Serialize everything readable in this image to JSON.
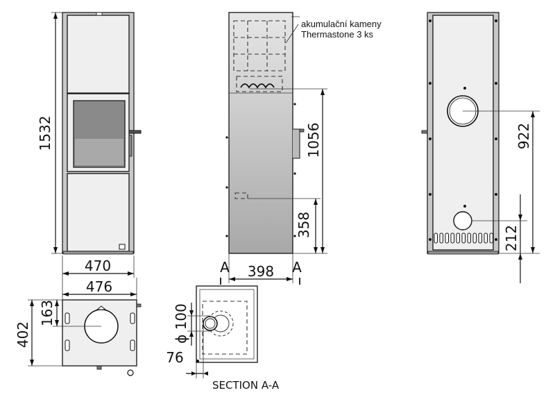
{
  "note": {
    "line1": "akumulační kameny",
    "line2": "Thermastone 3 ks"
  },
  "front_view": {
    "height": "1532",
    "width": "470"
  },
  "side_view": {
    "dim_upper": "1056",
    "dim_lower": "358",
    "width": "398",
    "section_mark_left": "A",
    "section_mark_right": "A"
  },
  "back_view": {
    "dim_upper": "922",
    "dim_lower": "212"
  },
  "top_view": {
    "width": "476",
    "depth": "402",
    "offset": "163"
  },
  "section_view": {
    "title": "SECTION A-A",
    "diameter": "ϕ 100",
    "offset": "76"
  }
}
